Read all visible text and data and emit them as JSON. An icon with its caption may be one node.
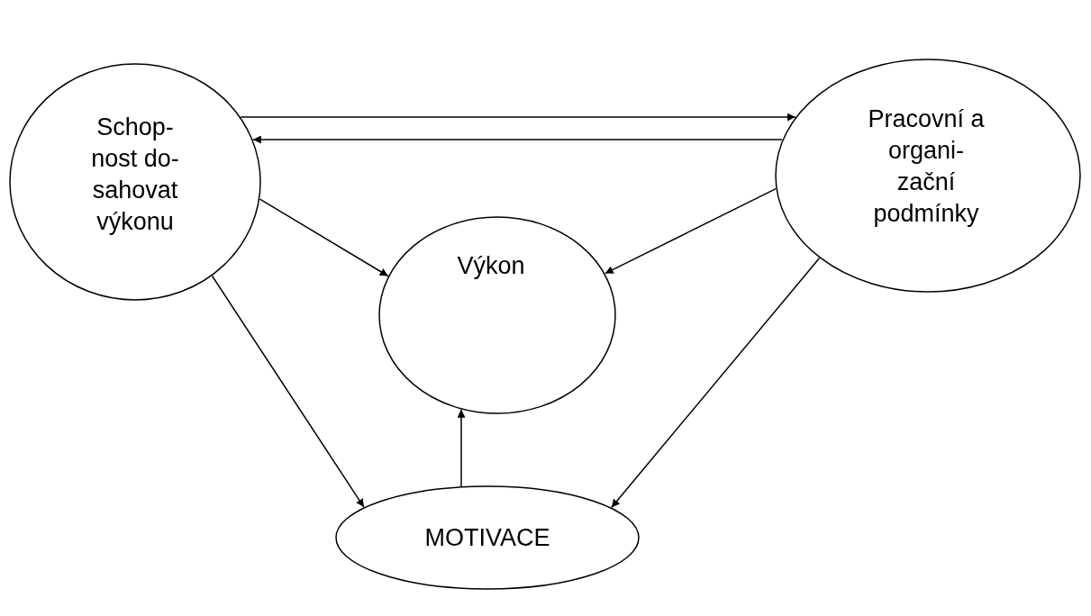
{
  "diagram": {
    "nodes": [
      {
        "text": [
          "Schop- nost do- sahovat výkonu"
        ]
      },
      {
        "text": [
          "Pracovní a organi- zační podmínky"
        ]
      },
      {
        "text": [
          "Výkon"
        ]
      },
      {
        "text": [
          "MOTIVACE"
        ]
      }
    ],
    "edges": [
      {
        "from": 0,
        "to": 1,
        "arrow": "to"
      },
      {
        "from": 1,
        "to": 0,
        "arrow": "to"
      },
      {
        "from": 0,
        "to": 2,
        "arrow": "to"
      },
      {
        "from": 1,
        "to": 2,
        "arrow": "to"
      },
      {
        "from": 0,
        "to": 3,
        "arrow": "to"
      },
      {
        "from": 1,
        "to": 3,
        "arrow": "to"
      },
      {
        "from": 3,
        "to": 2,
        "arrow": "to"
      }
    ]
  }
}
